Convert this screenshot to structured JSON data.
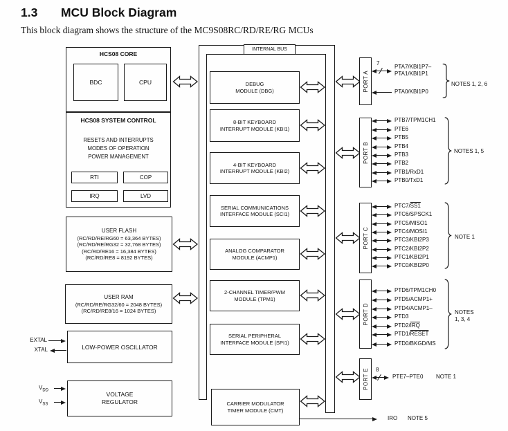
{
  "page": {
    "section": "1.3",
    "title": "MCU Block Diagram",
    "subtitle": "This block diagram shows the structure of the MC9S08RC/RD/RE/RG MCUs"
  },
  "core": {
    "title": "HCS08 CORE",
    "bdc": "BDC",
    "cpu": "CPU"
  },
  "sysctl": {
    "title": "HCS08 SYSTEM CONTROL",
    "l1": "RESETS AND INTERRUPTS",
    "l2": "MODES OF OPERATION",
    "l3": "POWER MANAGEMENT",
    "rti": "RTI",
    "cop": "COP",
    "irq": "IRQ",
    "lvd": "LVD"
  },
  "flash": {
    "title": "USER FLASH",
    "l1": "(RC/RD/RE/RG60 = 63,364 BYTES)",
    "l2": "(RC/RD/RE/RG32 = 32,768 BYTES)",
    "l3": "(RC/RD/RE16 = 16,384 BYTES)",
    "l4": "(RC/RD/RE8 = 8192 BYTES)"
  },
  "ram": {
    "title": "USER RAM",
    "l1": "(RC/RD/RE/RG32/60 = 2048 BYTES)",
    "l2": "(RC/RD/RE8/16 = 1024 BYTES)"
  },
  "osc": {
    "title": "LOW-POWER OSCILLATOR"
  },
  "reg": {
    "l1": "VOLTAGE",
    "l2": "REGULATOR"
  },
  "xpins": {
    "extal": "EXTAL",
    "xtal": "XTAL",
    "v": "V",
    "dd": "DD",
    "ss": "SS"
  },
  "bus": {
    "label": "INTERNAL BUS"
  },
  "modules": {
    "dbg": {
      "l1": "DEBUG",
      "l2": "MODULE (DBG)"
    },
    "kbi1": {
      "l1": "8-BIT KEYBOARD",
      "l2": "INTERRUPT MODULE (KBI1)"
    },
    "kbi2": {
      "l1": "4-BIT KEYBOARD",
      "l2": "INTERRUPT MODULE (KBI2)"
    },
    "sci1": {
      "l1": "SERIAL COMMUNICATIONS",
      "l2": "INTERFACE MODULE (SCI1)"
    },
    "acmp1": {
      "l1": "ANALOG COMPARATOR",
      "l2": "MODULE (ACMP1)"
    },
    "tpm1": {
      "l1": "2-CHANNEL TIMER/PWM",
      "l2": "MODULE (TPM1)"
    },
    "spi1": {
      "l1": "SERIAL PERIPHERAL",
      "l2": "INTERFACE MODULE (SPI1)"
    },
    "cmt": {
      "l1": "CARRIER MODULATOR",
      "l2": "TIMER MODULE (CMT)"
    }
  },
  "ports": {
    "a": {
      "label": "PORT A",
      "width_mark": "7",
      "pin_hi1": "PTA7/KBI1P7–",
      "pin_hi2": "PTA1/KBI1P1",
      "pin_lo": "PTA0/KBI1P0",
      "note": "NOTES 1, 2, 6"
    },
    "b": {
      "label": "PORT B",
      "note": "NOTES 1, 5",
      "pins": [
        {
          "pre": "PTB7/TPM1CH1",
          "over": ""
        },
        {
          "pre": "PTE6",
          "over": ""
        },
        {
          "pre": "PTB5",
          "over": ""
        },
        {
          "pre": "PTB4",
          "over": ""
        },
        {
          "pre": "PTB3",
          "over": ""
        },
        {
          "pre": "PTB2",
          "over": ""
        },
        {
          "pre": "PTB1/RxD1",
          "over": ""
        },
        {
          "pre": "PTB0/TxD1",
          "over": ""
        }
      ]
    },
    "c": {
      "label": "PORT C",
      "note": "NOTE 1",
      "pins": [
        {
          "pre": "PTC7/",
          "over": "SS1"
        },
        {
          "pre": "PTC6/SPSCK1",
          "over": ""
        },
        {
          "pre": "PTC5/MISO1",
          "over": ""
        },
        {
          "pre": "PTC4/MOSI1",
          "over": ""
        },
        {
          "pre": "PTC3/KBI2P3",
          "over": ""
        },
        {
          "pre": "PTC2/KBI2P2",
          "over": ""
        },
        {
          "pre": "PTC1/KBI2P1",
          "over": ""
        },
        {
          "pre": "PTC0/KBI2P0",
          "over": ""
        }
      ]
    },
    "d": {
      "label": "PORT D",
      "note1": "NOTES",
      "note2": "1, 3, 4",
      "pins": [
        {
          "pre": "PTD6/TPM1CH0",
          "over": ""
        },
        {
          "pre": "PTD5/ACMP1+",
          "over": ""
        },
        {
          "pre": "PTD4/ACMP1–",
          "over": ""
        },
        {
          "pre": "PTD3",
          "over": ""
        },
        {
          "pre": "PTD2/",
          "over": "IRQ"
        },
        {
          "pre": "PTD1/",
          "over": "RESET"
        },
        {
          "pre": "PTD0/BKGD/MS",
          "over": ""
        }
      ]
    },
    "e": {
      "label": "PORT E",
      "width_mark": "8",
      "pin": "PTE7–PTE0",
      "note": "NOTE 1"
    }
  },
  "iro": {
    "label": "IRO",
    "note": "NOTE 5"
  }
}
